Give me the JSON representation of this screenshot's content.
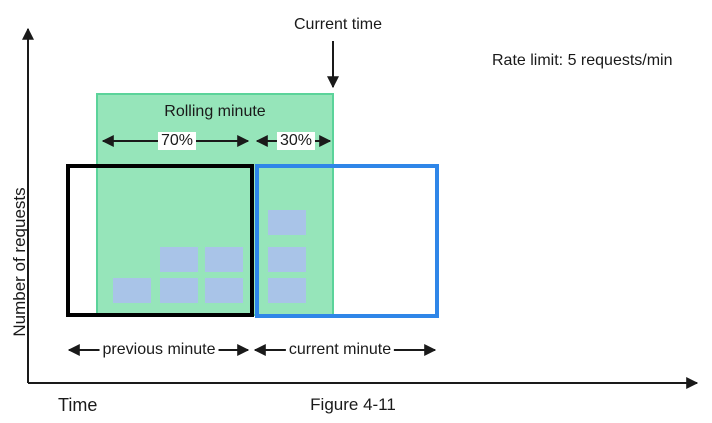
{
  "figure": {
    "caption": "Figure 4-11",
    "rate_limit_note": "Rate limit: 5 requests/min",
    "current_time": {
      "label": "Current time"
    },
    "rolling_window": {
      "label": "Rolling minute",
      "previous_share_label": "70%",
      "current_share_label": "30%"
    },
    "minutes": {
      "previous_label": "previous minute",
      "current_label": "current minute"
    },
    "axes": {
      "y_label": "Number of requests",
      "x_label": "Time"
    },
    "requests": {
      "previous_minute_count": 5,
      "current_minute_count": 3
    },
    "colors": {
      "rolling_window_fill": "#96e5ba",
      "rolling_window_border": "#5bd39a",
      "previous_minute_border": "#000000",
      "current_minute_border": "#2f86e8",
      "request_block_fill": "#a9c4e8",
      "arrow_stroke": "#1a1a1a"
    }
  }
}
